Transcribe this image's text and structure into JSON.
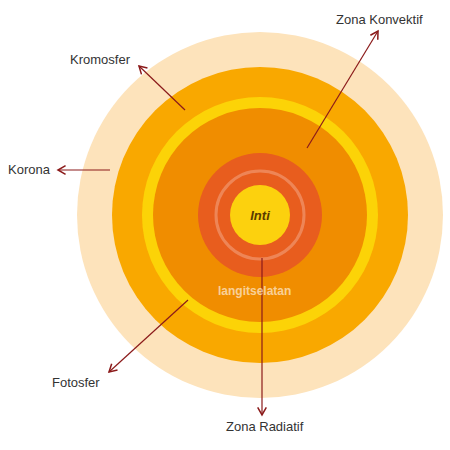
{
  "diagram": {
    "nodes": [
      {
        "text": [
          "Inti"
        ]
      }
    ],
    "labels": [
      "Kromosfer",
      "Zona Konvektif",
      "Korona",
      "Fotosfer",
      "Zona Radiatif",
      "langitselatan"
    ]
  }
}
